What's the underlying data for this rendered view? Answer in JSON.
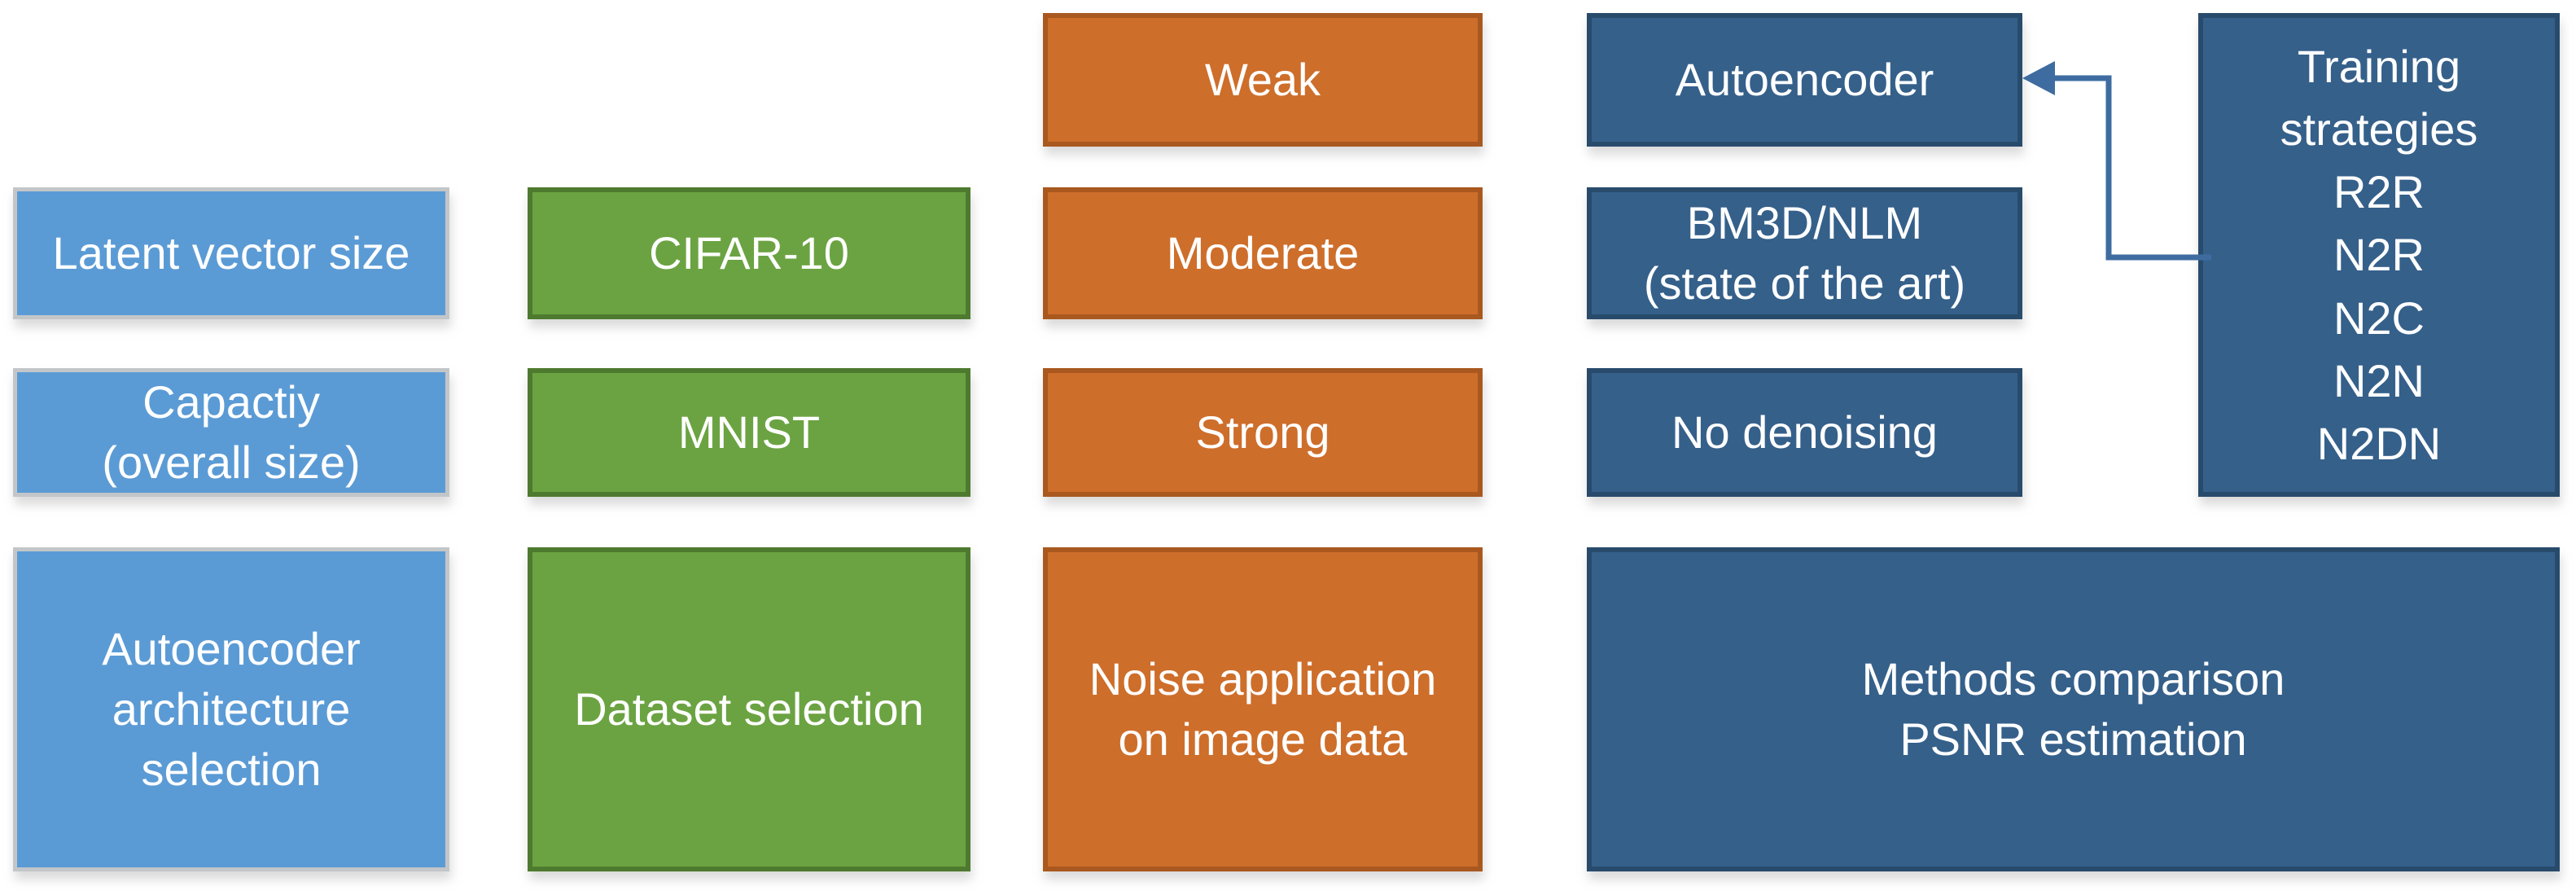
{
  "colors": {
    "blue_fill": "#5B9BD5",
    "blue_border": "#C3C6C9",
    "green_fill": "#6BA342",
    "green_border": "#4E7A2F",
    "orange_fill": "#CE6E2B",
    "orange_border": "#A9581F",
    "dark_blue_fill": "#35608A",
    "dark_blue_border": "#284B6C",
    "arrow": "#3E6CA0",
    "text": "#FFFFFF"
  },
  "columns": [
    {
      "name": "autoencoder-parameters",
      "color": "blue",
      "boxes": [
        {
          "label": "Latent vector size"
        },
        {
          "label": "Capactiy\n(overall size)"
        },
        {
          "label": "Autoencoder\narchitecture\nselection"
        }
      ]
    },
    {
      "name": "datasets",
      "color": "green",
      "boxes": [
        {
          "label": "CIFAR-10"
        },
        {
          "label": "MNIST"
        },
        {
          "label": "Dataset selection"
        }
      ]
    },
    {
      "name": "noise-levels",
      "color": "orange",
      "boxes": [
        {
          "label": "Weak"
        },
        {
          "label": "Moderate"
        },
        {
          "label": "Strong"
        },
        {
          "label": "Noise application\non image data"
        }
      ]
    },
    {
      "name": "denoising-methods",
      "color": "dark-blue",
      "boxes": [
        {
          "label": "Autoencoder"
        },
        {
          "label": "BM3D/NLM\n(state of the art)"
        },
        {
          "label": "No denoising"
        }
      ]
    }
  ],
  "training_strategies_box": {
    "label": "Training\nstrategies\nR2R\nN2R\nN2C\nN2N\nN2DN"
  },
  "methods_comparison_box": {
    "label": "Methods comparison\nPSNR estimation"
  },
  "connector": {
    "from": "Training strategies",
    "to": "Autoencoder"
  }
}
